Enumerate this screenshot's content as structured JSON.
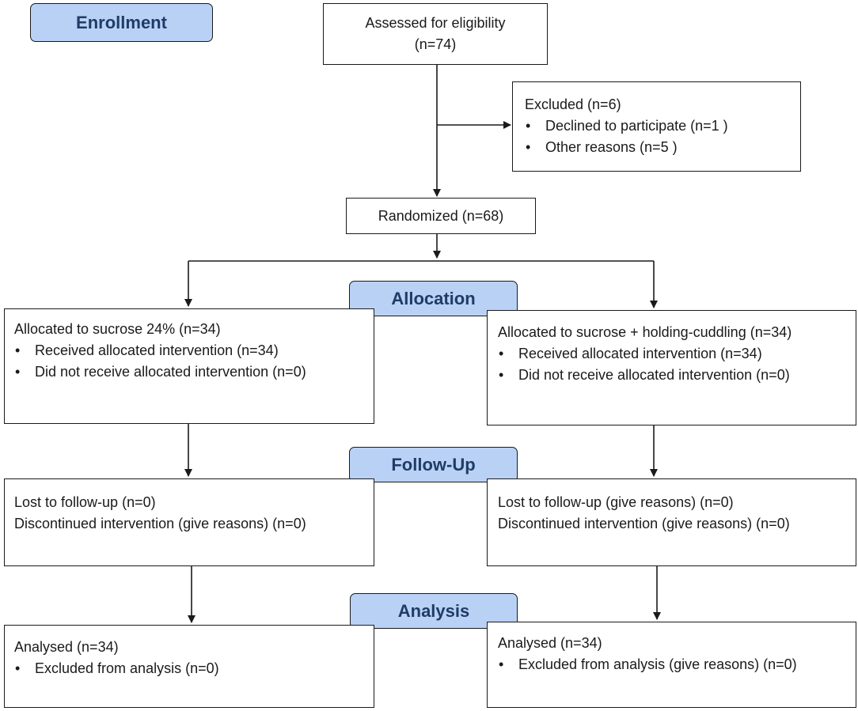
{
  "stages": {
    "enrollment": "Enrollment",
    "allocation": "Allocation",
    "follow_up": "Follow-Up",
    "analysis": "Analysis"
  },
  "assessed": {
    "line1": "Assessed for eligibility",
    "line2": "(n=74)"
  },
  "excluded": {
    "title": "Excluded  (n=6)",
    "items": [
      "Declined to participate (n=1 )",
      "Other reasons (n=5 )"
    ]
  },
  "randomized": {
    "label": "Randomized  (n=68)"
  },
  "allocation_left": {
    "title": "Allocated to sucrose 24% (n=34)",
    "items": [
      "Received allocated intervention (n=34)",
      "Did not receive allocated intervention (n=0)"
    ]
  },
  "allocation_right": {
    "title": "Allocated to sucrose + holding-cuddling  (n=34)",
    "items": [
      "Received allocated intervention (n=34)",
      "Did not receive allocated intervention (n=0)"
    ]
  },
  "followup_left": {
    "line1": "Lost to follow-up (n=0)",
    "line2": "Discontinued intervention (give reasons) (n=0)"
  },
  "followup_right": {
    "line1": "Lost to follow-up (give reasons) (n=0)",
    "line2": "Discontinued intervention (give reasons) (n=0)"
  },
  "analysis_left": {
    "title": "Analysed (n=34)",
    "items": [
      "Excluded  from analysis (n=0)"
    ]
  },
  "analysis_right": {
    "title": "Analysed (n=34)",
    "items": [
      "Excluded  from analysis (give reasons) (n=0)"
    ]
  },
  "colors": {
    "stage_fill": "#b9d1f5",
    "stage_text": "#1f3c66",
    "line": "#1a1a1a"
  }
}
